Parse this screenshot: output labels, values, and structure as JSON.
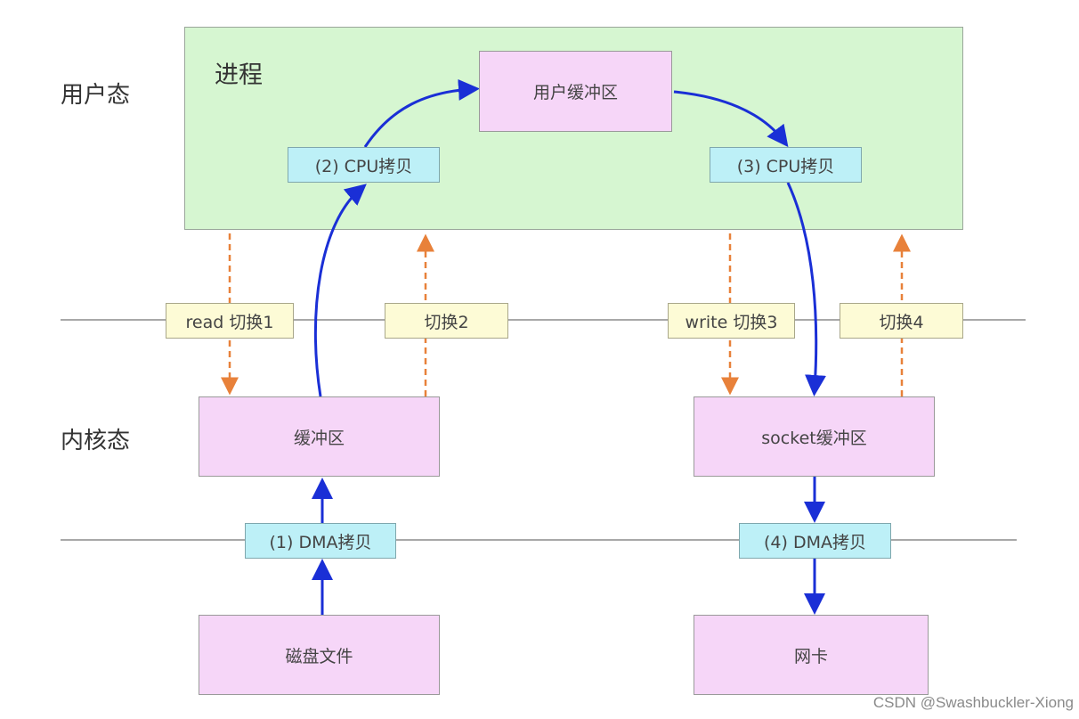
{
  "labels": {
    "user_mode": "用户态",
    "kernel_mode": "内核态",
    "process": "进程"
  },
  "boxes": {
    "user_buffer": "用户缓冲区",
    "kernel_buffer": "缓冲区",
    "socket_buffer": "socket缓冲区",
    "disk_file": "磁盘文件",
    "nic": "网卡"
  },
  "copies": {
    "dma1": "(1) DMA拷贝",
    "cpu2": "(2) CPU拷贝",
    "cpu3": "(3) CPU拷贝",
    "dma4": "(4) DMA拷贝"
  },
  "switches": {
    "s1": "read 切换1",
    "s2": "切换2",
    "s3": "write 切换3",
    "s4": "切换4"
  },
  "watermark": "CSDN @Swashbuckler-Xiong",
  "colors": {
    "arrow_blue": "#1a2fd6",
    "switch_orange": "#e8813a"
  }
}
